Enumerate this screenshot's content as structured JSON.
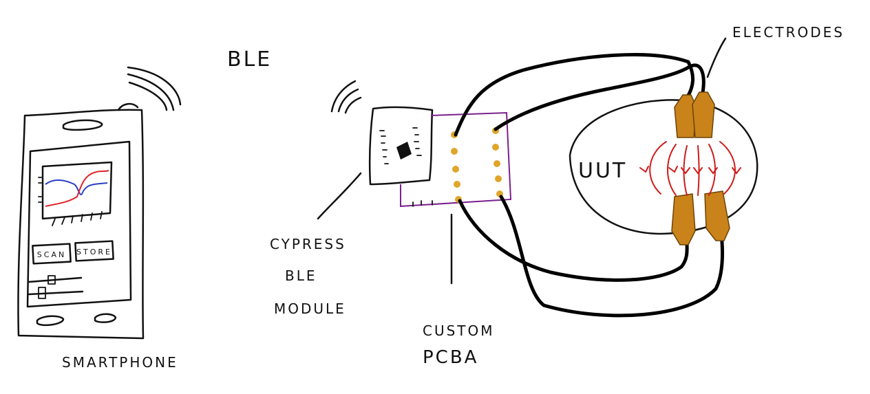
{
  "labels": {
    "ble": "BLE",
    "electrodes": "ELECTRODES",
    "uut": "UUT",
    "module_line1": "CYPRESS",
    "module_line2": "BLE",
    "module_line3": "MODULE",
    "pcba_line1": "CUSTOM",
    "pcba_line2": "PCBA",
    "smartphone": "SMARTPHONE"
  },
  "phone": {
    "scan_button": "SCAN",
    "store_button": "STORE",
    "plot_series_colors": [
      "#2a3fc8",
      "#e0242b"
    ]
  },
  "colors": {
    "electrode": "#c9831a",
    "pcb_outline": "#7a1f8f",
    "pad": "#e0a52a",
    "field_lines": "#d01a1a",
    "wire": "#000000"
  }
}
